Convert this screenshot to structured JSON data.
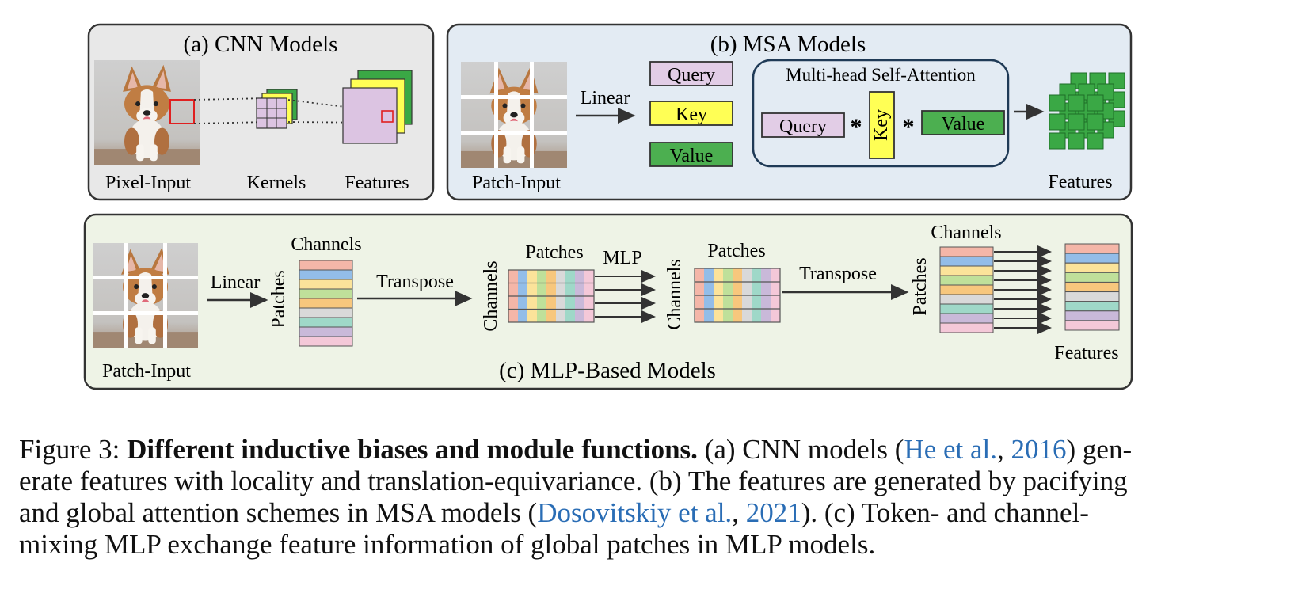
{
  "panel_a": {
    "title": "(a) CNN Models",
    "pixel_input_label": "Pixel-Input",
    "kernels_label": "Kernels",
    "features_label": "Features"
  },
  "panel_b": {
    "title": "(b) MSA Models",
    "patch_input_label": "Patch-Input",
    "linear_label": "Linear",
    "query": "Query",
    "key": "Key",
    "value": "Value",
    "msa_title": "Multi-head Self-Attention",
    "star": "*",
    "features_label": "Features"
  },
  "panel_c": {
    "title": "(c) MLP-Based Models",
    "patch_input_label": "Patch-Input",
    "linear_label": "Linear",
    "channels_label": "Channels",
    "patches_label": "Patches",
    "transpose_label": "Transpose",
    "mlp_label": "MLP",
    "features_label": "Features"
  },
  "colors": {
    "panel_a_bg": "#e8e8e8",
    "panel_b_bg": "#e3ebf3",
    "panel_c_bg": "#eef3e6",
    "query_fill": "#e2cde6",
    "key_fill": "#ffff55",
    "value_fill": "#4caf50",
    "stripes": [
      "#f4b6a8",
      "#93bde8",
      "#fbe39a",
      "#bfe09a",
      "#f7c77d",
      "#d9d9d9",
      "#9fd8c8",
      "#c9b9d9",
      "#f4c8d8"
    ]
  },
  "caption": {
    "prefix": "Figure 3: ",
    "bold": "Different inductive biases and module functions.",
    "l1_a": " (a) CNN models (",
    "cite1_author": "He et al.",
    "cite1_sep": ", ",
    "cite1_year": "2016",
    "l1_b": ") gen-",
    "line2": "erate features with locality and translation-equivariance. (b) The features are generated by pacifying",
    "l3_a": "and global attention schemes in MSA models (",
    "cite2_author": "Dosovitskiy et al.",
    "cite2_sep": ", ",
    "cite2_year": "2021",
    "l3_b": "). (c) Token- and channel-",
    "line4": "mixing MLP exchange feature information of global patches in MLP models."
  }
}
